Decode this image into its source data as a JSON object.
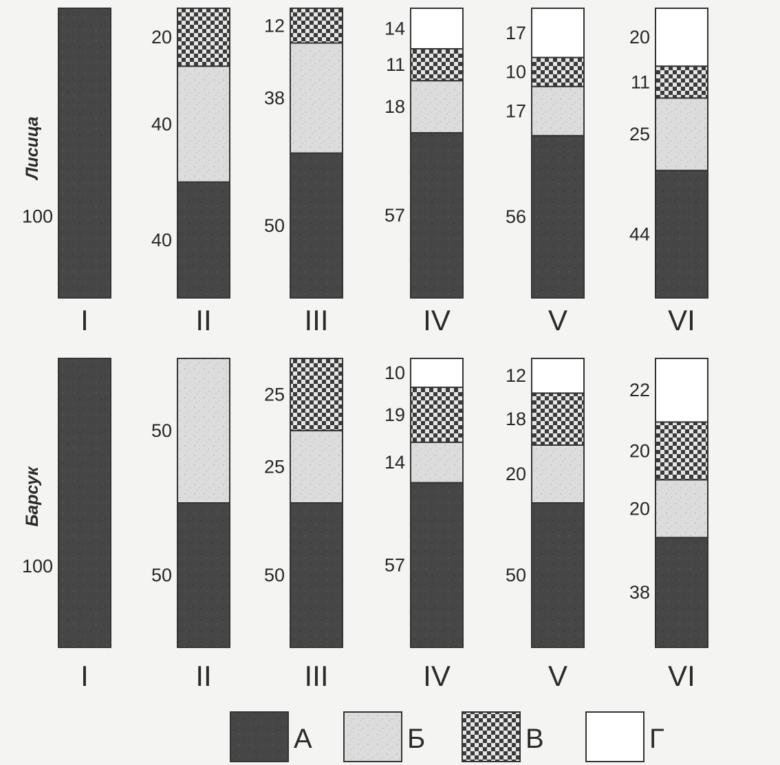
{
  "chart_data": [
    {
      "type": "bar",
      "stacked": true,
      "row_label": "Лисица",
      "categories": [
        "I",
        "II",
        "III",
        "IV",
        "V",
        "VI"
      ],
      "series": [
        {
          "name": "А",
          "values": [
            100,
            40,
            50,
            57,
            56,
            44
          ]
        },
        {
          "name": "Б",
          "values": [
            0,
            40,
            38,
            18,
            17,
            25
          ]
        },
        {
          "name": "В",
          "values": [
            0,
            20,
            12,
            11,
            10,
            11
          ]
        },
        {
          "name": "Г",
          "values": [
            0,
            0,
            0,
            14,
            17,
            20
          ]
        }
      ]
    },
    {
      "type": "bar",
      "stacked": true,
      "row_label": "Барсук",
      "categories": [
        "I",
        "II",
        "III",
        "IV",
        "V",
        "VI"
      ],
      "series": [
        {
          "name": "А",
          "values": [
            100,
            50,
            50,
            57,
            50,
            38
          ]
        },
        {
          "name": "Б",
          "values": [
            0,
            50,
            25,
            14,
            20,
            20
          ]
        },
        {
          "name": "В",
          "values": [
            0,
            0,
            25,
            19,
            18,
            20
          ]
        },
        {
          "name": "Г",
          "values": [
            0,
            0,
            0,
            10,
            12,
            22
          ]
        }
      ]
    }
  ],
  "legend": [
    "А",
    "Б",
    "В",
    "Г"
  ],
  "colors": {
    "А": "#474747",
    "Б": "#dcdcdc",
    "В": "#6e6e6e",
    "Г": "#ffffff",
    "outline": "#333333",
    "text": "#262626"
  }
}
